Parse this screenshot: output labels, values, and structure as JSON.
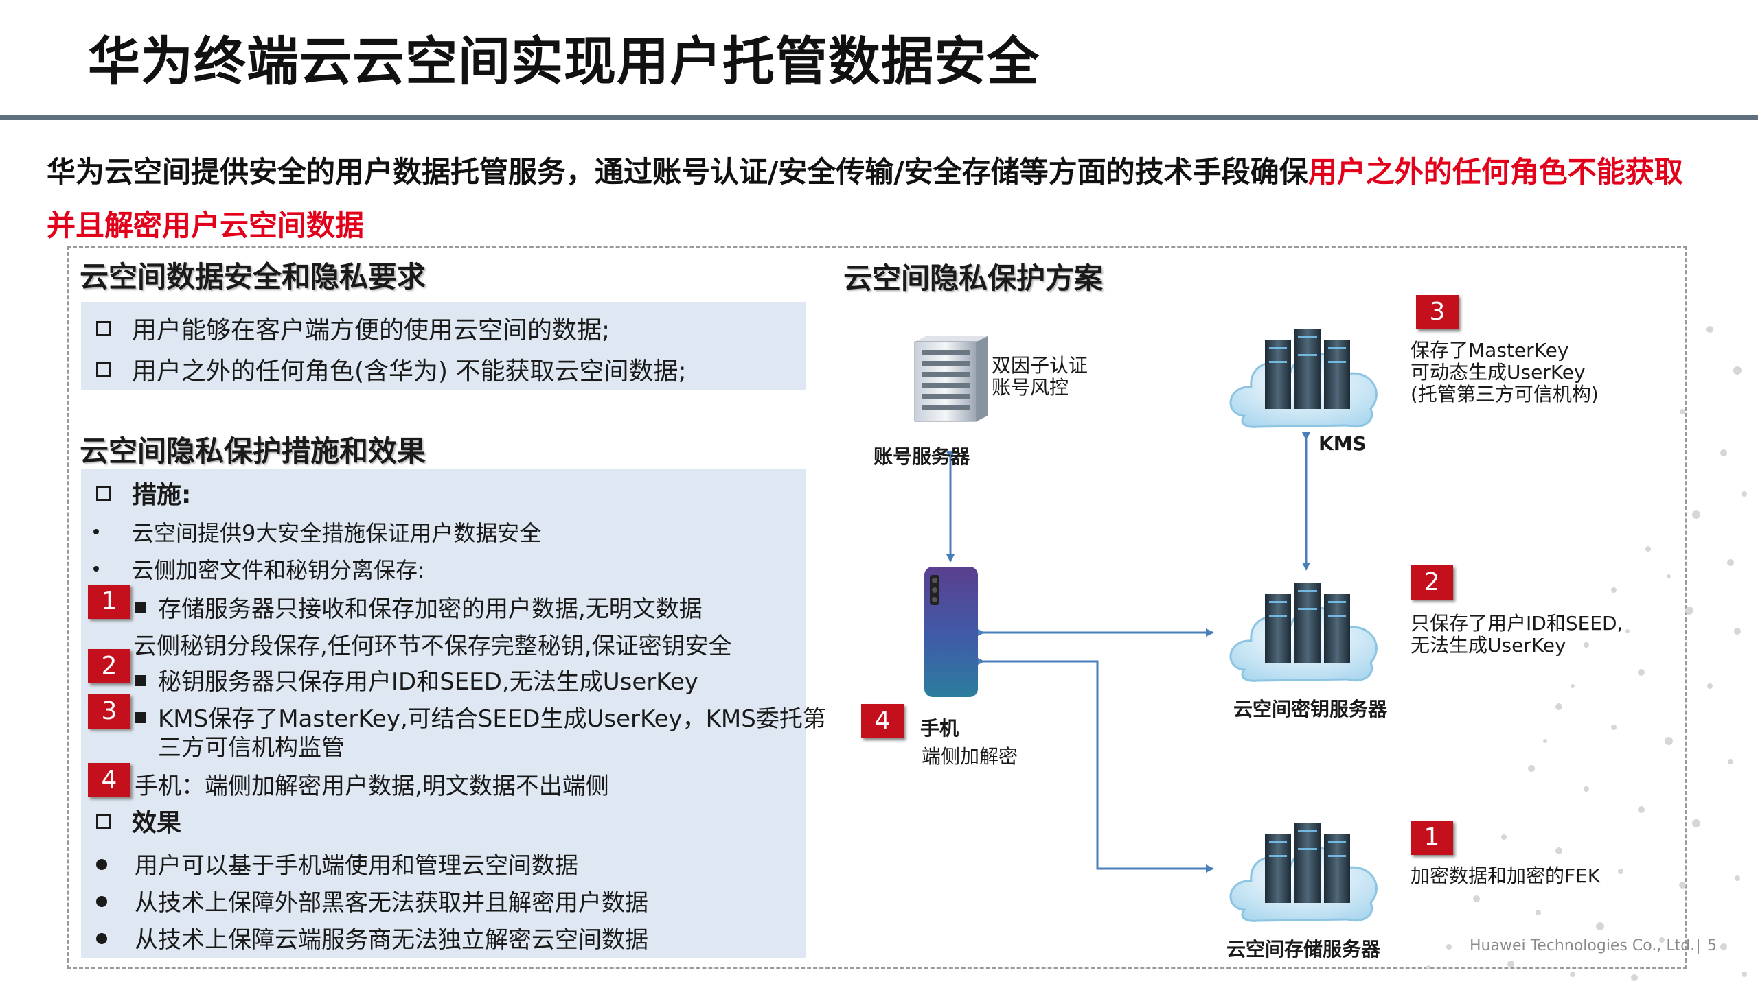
{
  "title": "华为终端云云空间实现用户托管数据安全",
  "intro": {
    "normal": "华为云空间提供安全的用户数据托管服务，通过账号认证/安全传输/安全存储等方面的技术手段确保",
    "highlight": "用户之外的任何角色不能获取并且解密用户云空间数据"
  },
  "left": {
    "requirements_heading": "云空间数据安全和隐私要求",
    "requirements": [
      "用户能够在客户端方便的使用云空间的数据;",
      "用户之外的任何角色(含华为) 不能获取云空间数据;"
    ],
    "measures_heading": "云空间隐私保护措施和效果",
    "measures_label": "措施:",
    "bullet1": "云空间提供9大安全措施保证用户数据安全",
    "bullet2": "云侧加密文件和秘钥分离保存:",
    "item1": "存储服务器只接收和保存加密的用户数据,无明文数据",
    "key_note": "云侧秘钥分段保存,任何环节不保存完整秘钥,保证密钥安全",
    "item2": "秘钥服务器只保存用户ID和SEED,无法生成UserKey",
    "item3_line1": "KMS保存了MasterKey,可结合SEED生成UserKey，KMS委托第",
    "item3_line2": "三方可信机构监管",
    "item4": "手机：端侧加解密用户数据,明文数据不出端侧",
    "effects_label": "效果",
    "effects": [
      "用户可以基于手机端使用和管理云空间数据",
      "从技术上保障外部黑客无法获取并且解密用户数据",
      "从技术上保障云端服务商无法独立解密云空间数据"
    ],
    "badges": [
      "1",
      "2",
      "3",
      "4"
    ]
  },
  "right": {
    "heading": "云空间隐私保护方案",
    "account_server": {
      "name": "账号服务器",
      "note1": "双因子认证",
      "note2": "账号风控"
    },
    "kms": {
      "name": "KMS",
      "badge": "3",
      "note1": "保存了MasterKey",
      "note2": "可动态生成UserKey",
      "note3": "(托管第三方可信机构)"
    },
    "key_server": {
      "name": "云空间密钥服务器",
      "badge": "2",
      "note1": "只保存了用户ID和SEED,",
      "note2": "无法生成UserKey"
    },
    "storage_server": {
      "name": "云空间存储服务器",
      "badge": "1",
      "note1": "加密数据和加密的FEK"
    },
    "phone": {
      "name": "手机",
      "badge": "4",
      "note1": "端侧加解密"
    }
  },
  "footer": {
    "company": "Huawei Technologies Co., Ltd.",
    "page": "5"
  }
}
